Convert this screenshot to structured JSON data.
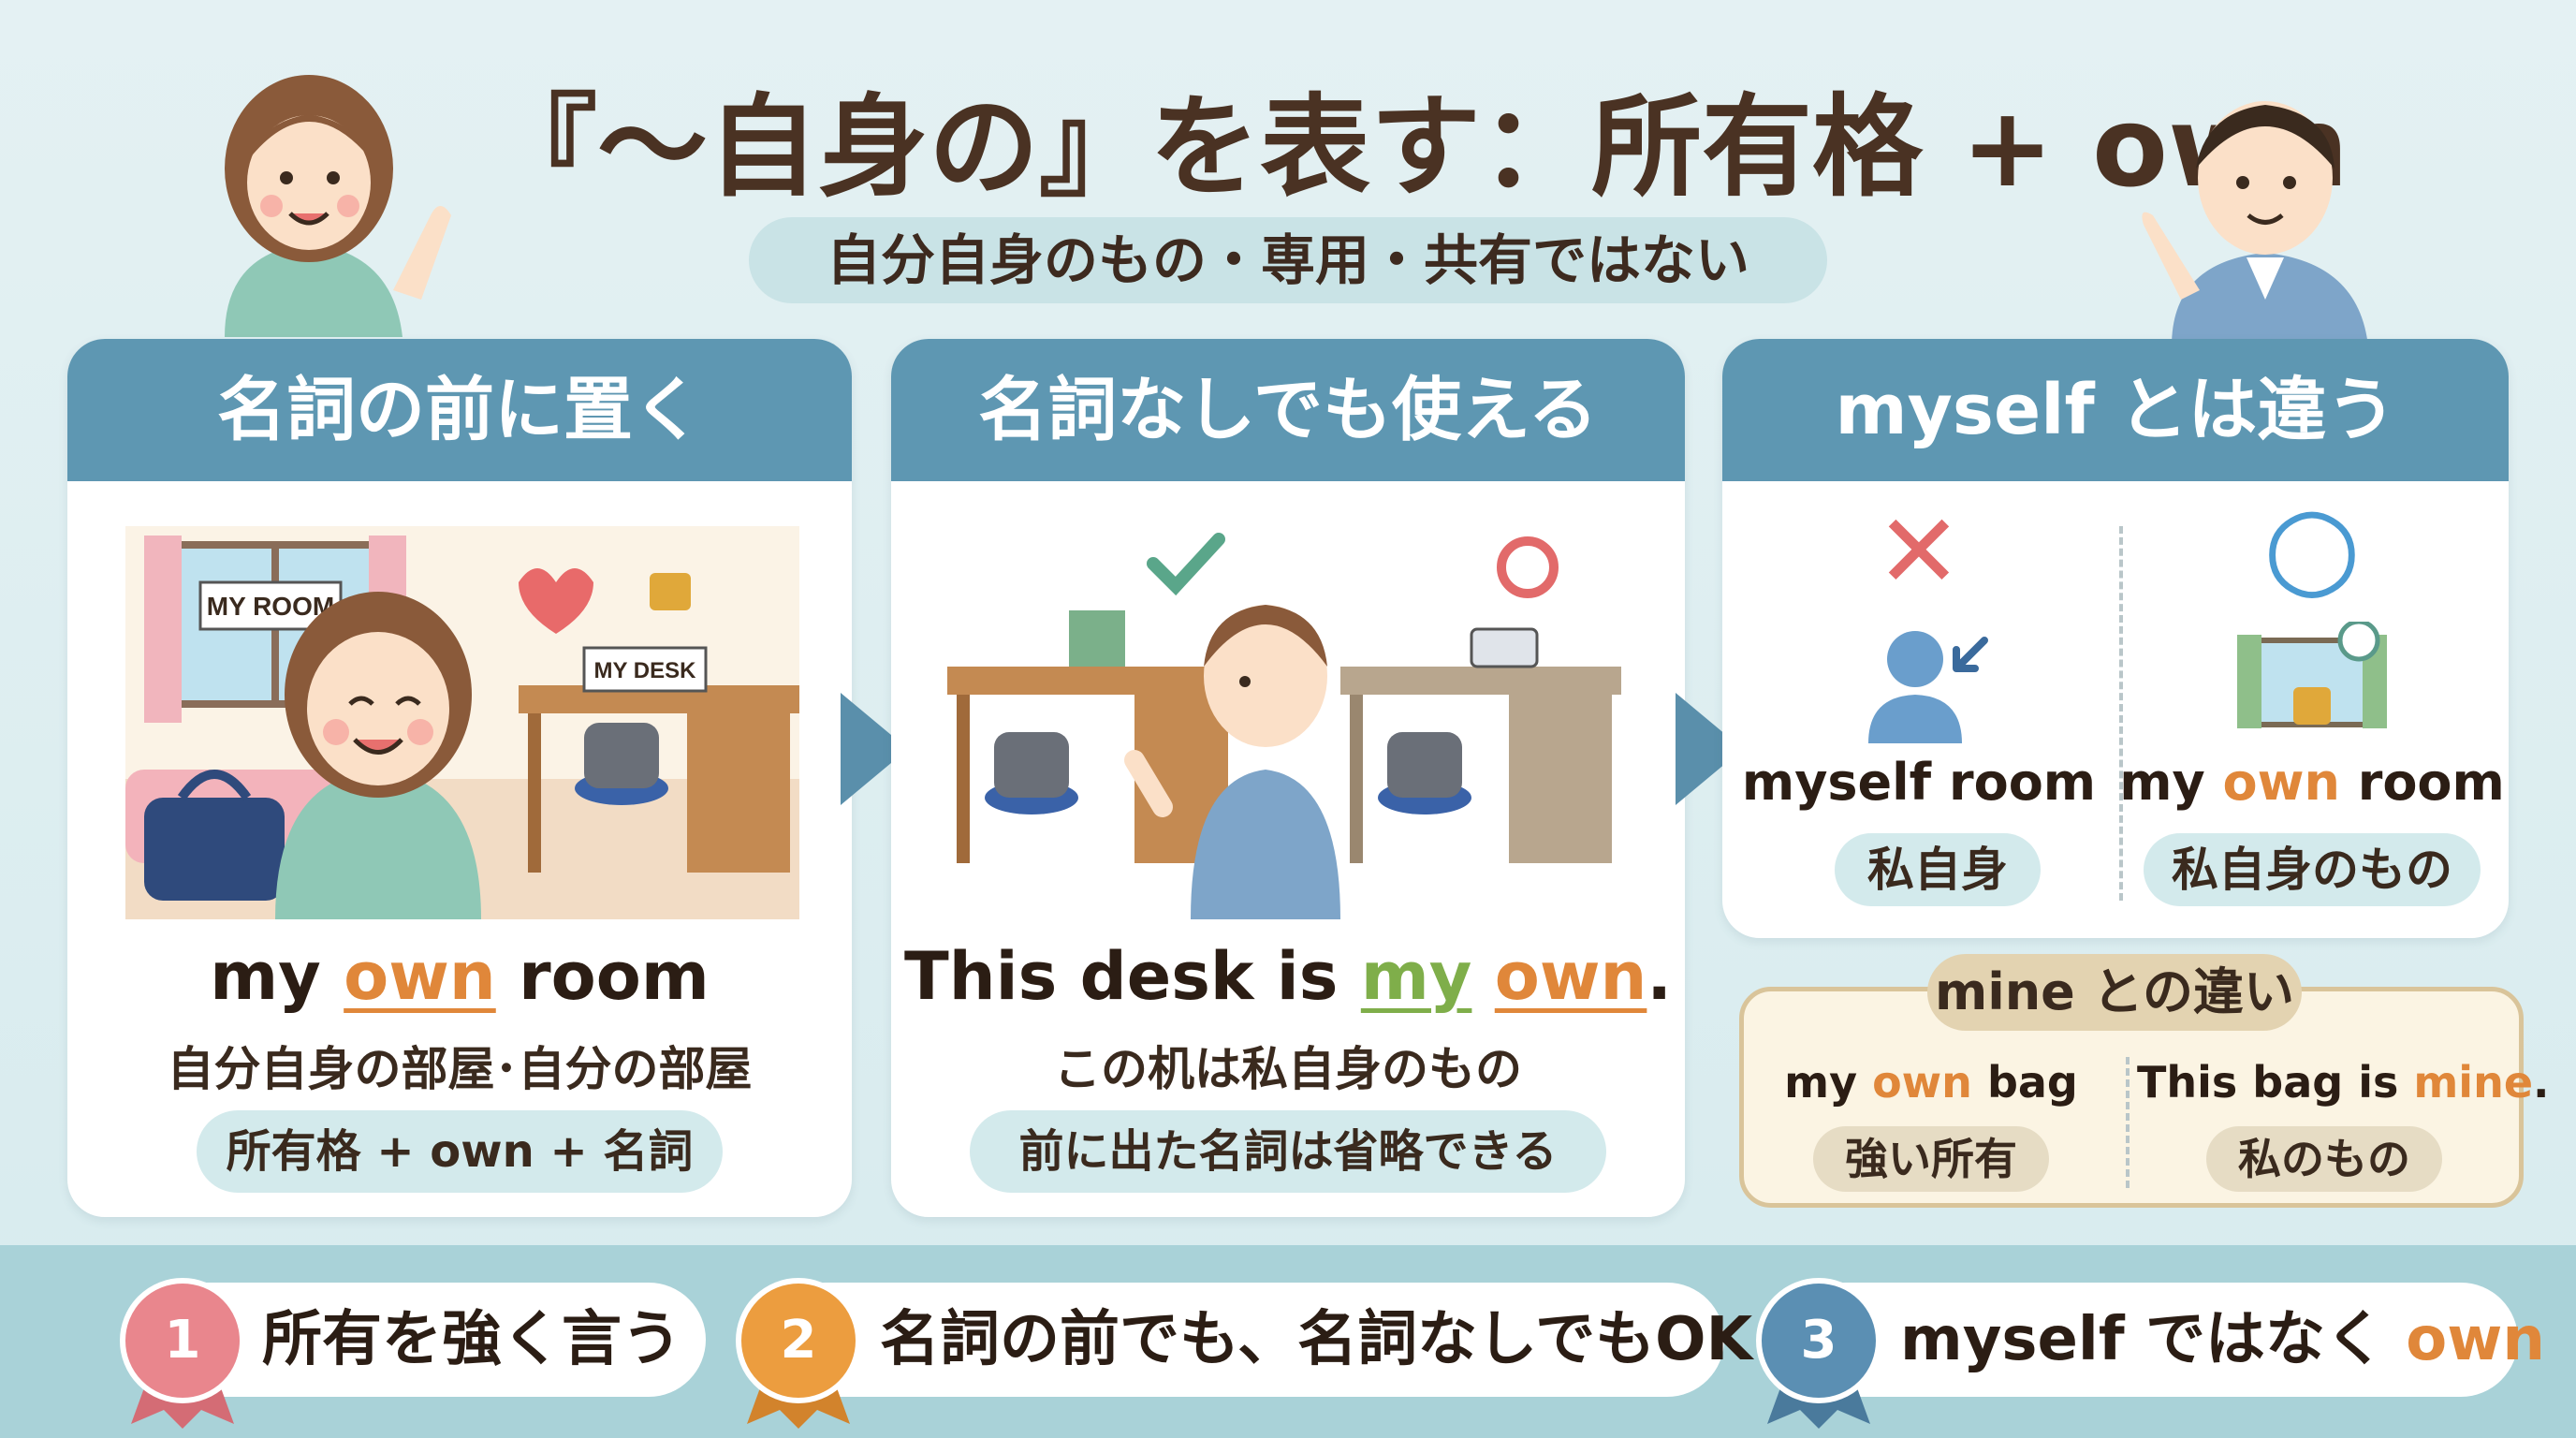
{
  "header": {
    "title": "『～自身の』を表す：所有格 + own",
    "subtitle": "自分自身のもの・専用・共有ではない"
  },
  "panels": [
    {
      "heading": "名詞の前に置く",
      "scene_labels": {
        "room_sign": "MY ROOM",
        "desk_sign": "MY DESK"
      },
      "phrase": {
        "before": "my ",
        "highlight": "own",
        "after": " room"
      },
      "translation": "自分自身の部屋･自分の部屋",
      "pill": "所有格 + own + 名詞"
    },
    {
      "heading": "名詞なしでも使える",
      "phrase": {
        "before": "This desk is ",
        "highlight1": "my",
        "space": " ",
        "highlight2": "own",
        "after": "."
      },
      "translation": "この机は私自身のもの",
      "pill": "前に出た名詞は省略できる"
    },
    {
      "heading": "myself とは違う",
      "wrong": {
        "mark": "✕",
        "label": "myself room",
        "pill": "私自身"
      },
      "right": {
        "mark": "○",
        "label_before": "my ",
        "label_own": "own",
        "label_after": " room",
        "pill": "私自身のもの"
      }
    }
  ],
  "mine_box": {
    "tag": "mine との違い",
    "left": {
      "before": "my ",
      "own": "own",
      "after": " bag",
      "tag": "強い所有"
    },
    "right": {
      "before": "This bag is ",
      "own": "mine",
      "after": ".",
      "tag": "私のもの"
    }
  },
  "points": [
    {
      "num": "1",
      "text": "所有を強く言う",
      "color": "#e9868d"
    },
    {
      "num": "2",
      "text": "名詞の前でも、名詞なしでもOK",
      "color": "#ec9d3f"
    },
    {
      "num": "3",
      "text_before": "myself ではなく ",
      "text_own": "own",
      "color": "#5b8fb3"
    }
  ],
  "colors": {
    "accent_orange": "#e0873a",
    "accent_green": "#7fae4a",
    "panel_head": "#5e97b2"
  }
}
